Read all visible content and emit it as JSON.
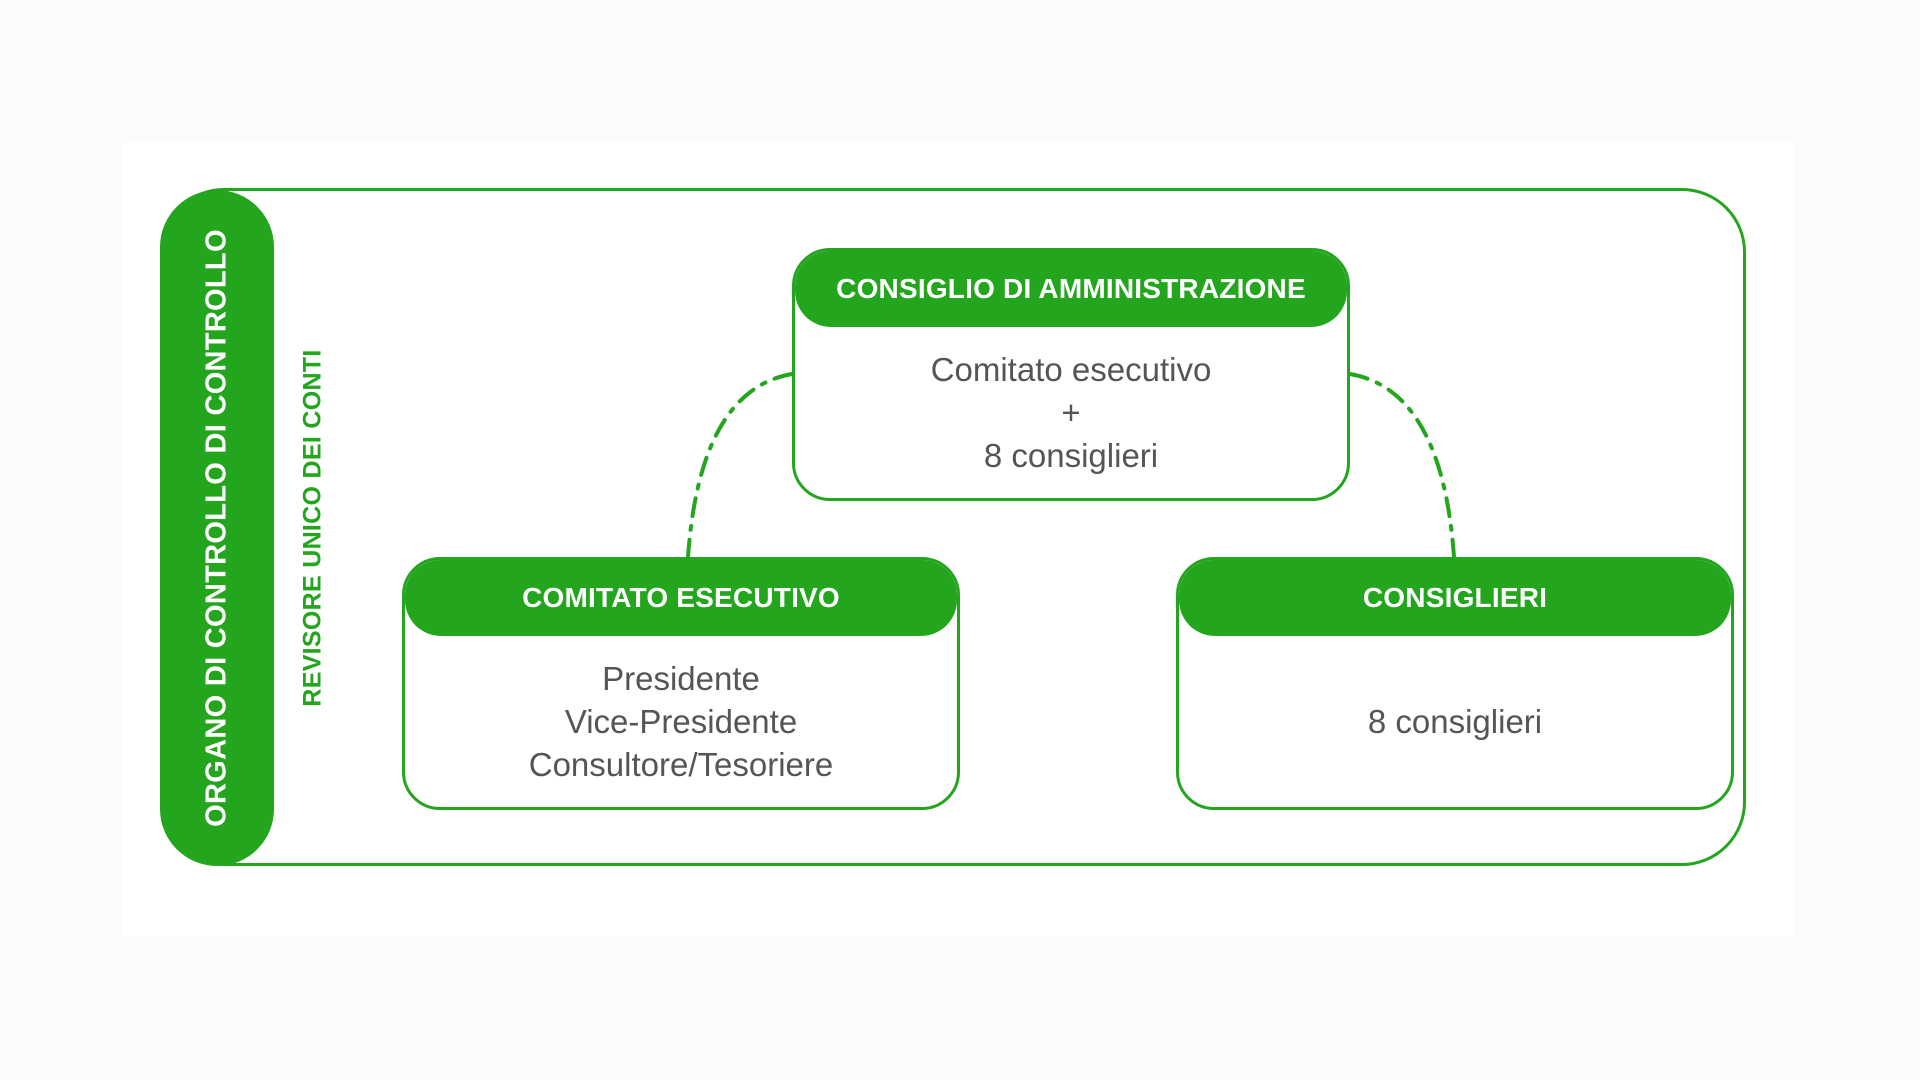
{
  "organo": {
    "label": "ORGANO DI CONTROLLO DI CONTROLLO",
    "revisore": "REVISORE UNICO DEI CONTI"
  },
  "consiglio": {
    "title": "CONSIGLIO DI AMMINISTRAZIONE",
    "lines": [
      "Comitato esecutivo",
      "+",
      "8 consiglieri"
    ]
  },
  "comitato": {
    "title": "COMITATO ESECUTIVO",
    "lines": [
      "Presidente",
      "Vice-Presidente",
      "Consultore/Tesoriere"
    ]
  },
  "consiglieri": {
    "title": "CONSIGLIERI",
    "lines": [
      "8 consiglieri"
    ]
  },
  "colors": {
    "accent": "#24a51e",
    "text": "#555555"
  }
}
